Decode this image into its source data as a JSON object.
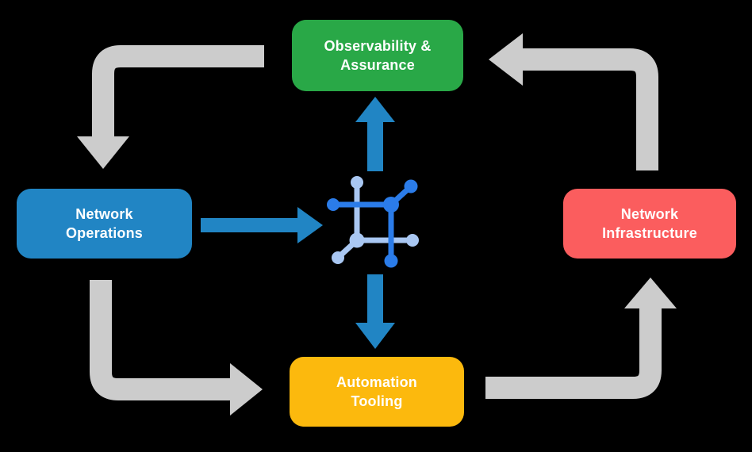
{
  "nodes": {
    "observability": {
      "label": "Observability &\nAssurance"
    },
    "operations": {
      "label": "Network\nOperations"
    },
    "infrastructure": {
      "label": "Network\nInfrastructure"
    },
    "automation": {
      "label": "Automation\nTooling"
    }
  },
  "center": {
    "icon": "network-automation-icon"
  },
  "edges": [
    {
      "from": "observability",
      "to": "operations",
      "style": "gray-elbow"
    },
    {
      "from": "operations",
      "to": "automation",
      "style": "gray-elbow"
    },
    {
      "from": "automation",
      "to": "infrastructure",
      "style": "gray-elbow"
    },
    {
      "from": "infrastructure",
      "to": "observability",
      "style": "gray-elbow"
    },
    {
      "from": "operations",
      "to": "center-icon",
      "style": "blue-straight"
    },
    {
      "from": "center-icon",
      "to": "observability",
      "style": "blue-straight"
    },
    {
      "from": "center-icon",
      "to": "automation",
      "style": "blue-straight"
    }
  ],
  "colors": {
    "background": "#000000",
    "text": "#ffffff",
    "arrow_gray": "#cccccc",
    "arrow_blue": "#2185c4",
    "node_observability": "#29a847",
    "node_operations": "#2185c4",
    "node_infrastructure": "#fb5d5e",
    "node_automation": "#fcb90d",
    "icon_dark": "#2b7ce9",
    "icon_light": "#a9c7f2"
  }
}
